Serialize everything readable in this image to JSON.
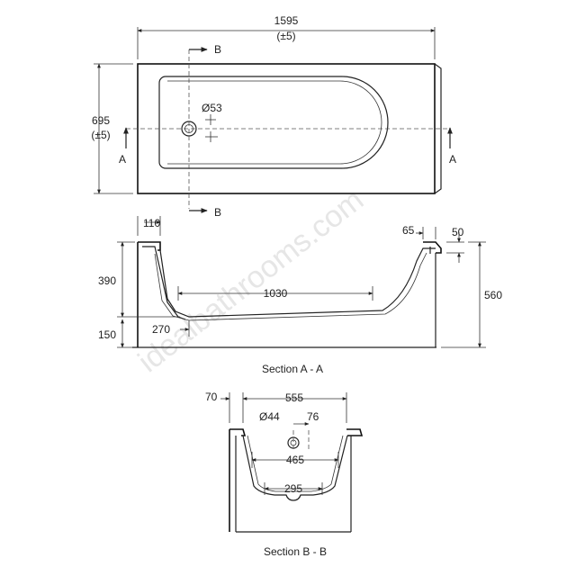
{
  "watermark": "idealbathrooms.com",
  "plan": {
    "length": "1595",
    "length_tol": "(±5)",
    "width": "695",
    "width_tol": "(±5)",
    "waste_dia": "Ø53",
    "cut_a": "A",
    "cut_b": "B"
  },
  "section_a": {
    "caption": "Section A - A",
    "rim": "110",
    "depth": "390",
    "base_len": "1030",
    "foot": "270",
    "floor_gap": "150",
    "end_rim": "65",
    "end_step": "50",
    "total_h": "560"
  },
  "section_b": {
    "caption": "Section B - B",
    "rim": "70",
    "width": "555",
    "waste_dia": "Ø44",
    "waste_off": "76",
    "inner_w": "465",
    "base_w": "295"
  }
}
